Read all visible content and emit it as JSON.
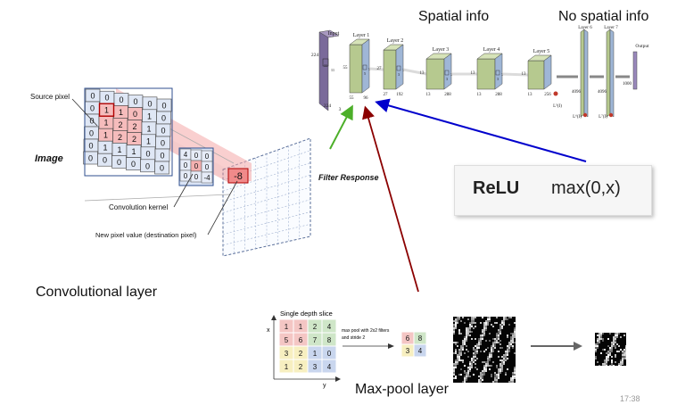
{
  "captions": {
    "spatial": "Spatial info",
    "no_spatial": "No spatial info",
    "convolutional_layer": "Convolutional layer",
    "maxpool_layer": "Max-pool layer",
    "slide_time": "17:38"
  },
  "convolution": {
    "image_label": "Image",
    "source_pixel": "Source pixel",
    "kernel_label": "Convolution kernel",
    "new_pixel": "New pixel value (destination pixel)",
    "filter_response": "Filter Response",
    "image_grid": [
      [
        "0",
        "0",
        "0",
        "0",
        "0",
        "0"
      ],
      [
        "0",
        "1",
        "1",
        "0",
        "1",
        "0"
      ],
      [
        "0",
        "1",
        "2",
        "2",
        "1",
        "0"
      ],
      [
        "0",
        "1",
        "2",
        "2",
        "1",
        "0"
      ],
      [
        "0",
        "1",
        "1",
        "1",
        "0",
        "0"
      ],
      [
        "0",
        "0",
        "0",
        "0",
        "0",
        "0"
      ]
    ],
    "kernel_grid": [
      [
        "4",
        "0",
        "0"
      ],
      [
        "0",
        "0",
        "0"
      ],
      [
        "0",
        "0",
        "-4"
      ]
    ],
    "result_value": "-8"
  },
  "alexnet": {
    "input_label": "Input",
    "input_dims": [
      "224",
      "224",
      "3",
      "11",
      "11"
    ],
    "layers": [
      {
        "name": "Layer 1",
        "dims": [
          "55",
          "55",
          "96",
          "5",
          "5"
        ]
      },
      {
        "name": "Layer 2",
        "dims": [
          "27",
          "27",
          "192",
          "3",
          "3"
        ]
      },
      {
        "name": "Layer 3",
        "dims": [
          "13",
          "13",
          "288",
          "3",
          "3"
        ]
      },
      {
        "name": "Layer 4",
        "dims": [
          "13",
          "13",
          "288",
          "3",
          "3"
        ]
      },
      {
        "name": "Layer 5",
        "dims": [
          "13",
          "13",
          "256"
        ]
      }
    ],
    "fc_layers": [
      {
        "name": "Layer 6",
        "size": "4096",
        "sub": "L⁶(I)"
      },
      {
        "name": "Layer 7",
        "size": "4096",
        "sub": "L⁷(I)"
      }
    ],
    "l5_sub": "L⁵(I)",
    "output_label": "Output",
    "output_size": "1000"
  },
  "relu": {
    "name": "ReLU",
    "formula": "max(0,x)"
  },
  "maxpool": {
    "title": "Single depth slice",
    "axis_x": "x",
    "axis_y": "y",
    "grid": [
      [
        "1",
        "1",
        "2",
        "4"
      ],
      [
        "5",
        "6",
        "7",
        "8"
      ],
      [
        "3",
        "2",
        "1",
        "0"
      ],
      [
        "1",
        "2",
        "3",
        "4"
      ]
    ],
    "desc": [
      "max pool with 2x2 filters",
      "and stride 2"
    ],
    "result": [
      [
        "6",
        "8"
      ],
      [
        "3",
        "4"
      ]
    ],
    "colors": {
      "red": "#f4c6c4",
      "green": "#cfe6c8",
      "yellow": "#f7efc0",
      "blue": "#c9d6ee"
    }
  },
  "arrow_colors": {
    "green": "#4caf29",
    "red": "#8b0000",
    "blue": "#0000cc"
  }
}
